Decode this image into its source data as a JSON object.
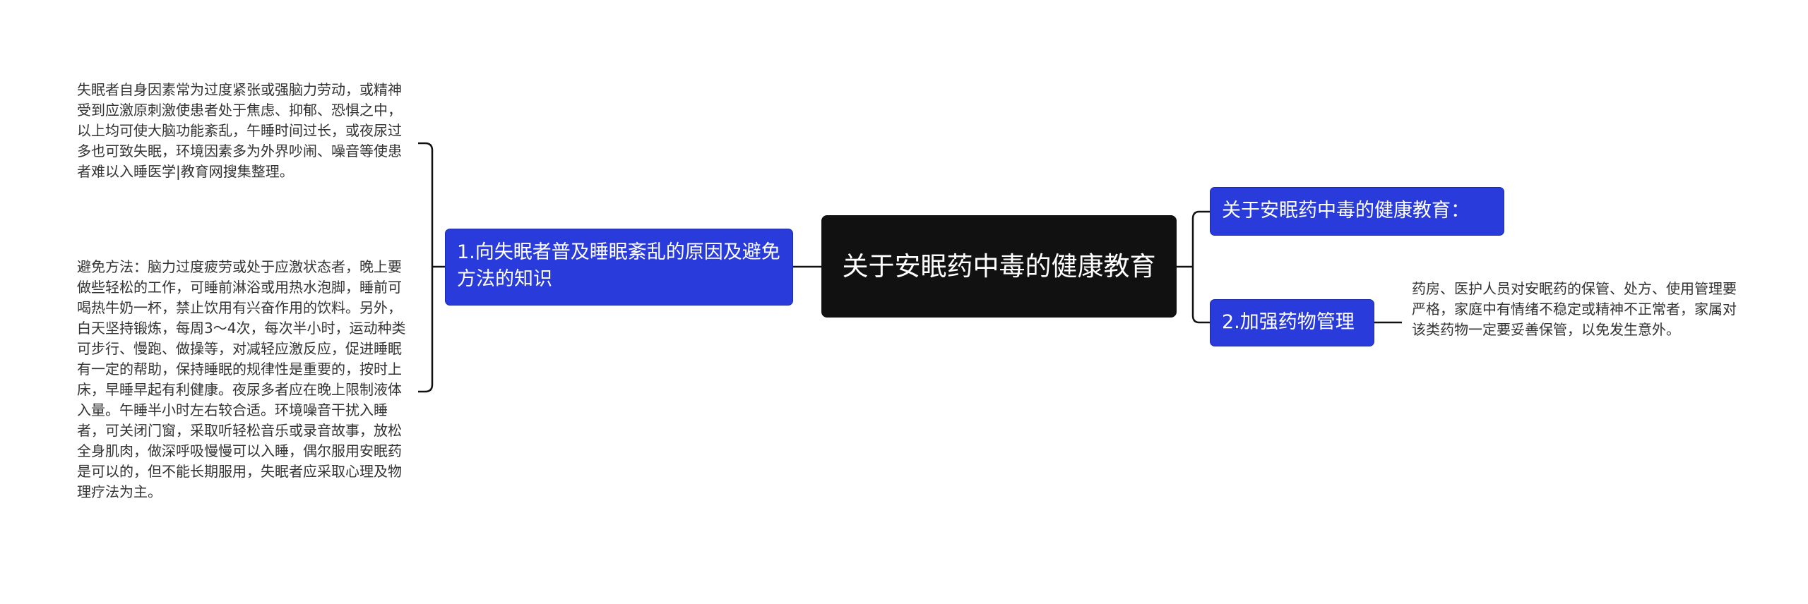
{
  "mindmap": {
    "center": {
      "label": "关于安眠药中毒的健康教育"
    },
    "branches": {
      "left": {
        "label": "1.向失眠者普及睡眠紊乱的原因及避免方法的知识",
        "notes": [
          "失眠者自身因素常为过度紧张或强脑力劳动，或精神受到应激原刺激使患者处于焦虑、抑郁、恐惧之中，以上均可使大脑功能紊乱，午睡时间过长，或夜尿过多也可致失眠，环境因素多为外界吵闹、噪音等使患者难以入睡医学|教育网搜集整理。",
          "避免方法：脑力过度疲劳或处于应激状态者，晚上要做些轻松的工作，可睡前淋浴或用热水泡脚，睡前可喝热牛奶一杯，禁止饮用有兴奋作用的饮料。另外，白天坚持锻炼，每周3～4次，每次半小时，运动种类可步行、慢跑、做操等，对减轻应激反应，促进睡眠有一定的帮助，保持睡眠的规律性是重要的，按时上床，早睡早起有利健康。夜尿多者应在晚上限制液体入量。午睡半小时左右较合适。环境噪音干扰入睡者，可关闭门窗，采取听轻松音乐或录音故事，放松全身肌肉，做深呼吸慢慢可以入睡，偶尔服用安眠药是可以的，但不能长期服用，失眠者应采取心理及物理疗法为主。"
        ]
      },
      "right_1": {
        "label": "关于安眠药中毒的健康教育："
      },
      "right_2": {
        "label": "2.加强药物管理",
        "note": "药房、医护人员对安眠药的保管、处方、使用管理要严格，家庭中有情绪不稳定或精神不正常者，家属对该类药物一定要妥善保管，以免发生意外。"
      }
    }
  },
  "colors": {
    "center_fill": "#111111",
    "branch_fill": "#2a3bdc",
    "connector": "#111111",
    "note_text": "#333333"
  }
}
